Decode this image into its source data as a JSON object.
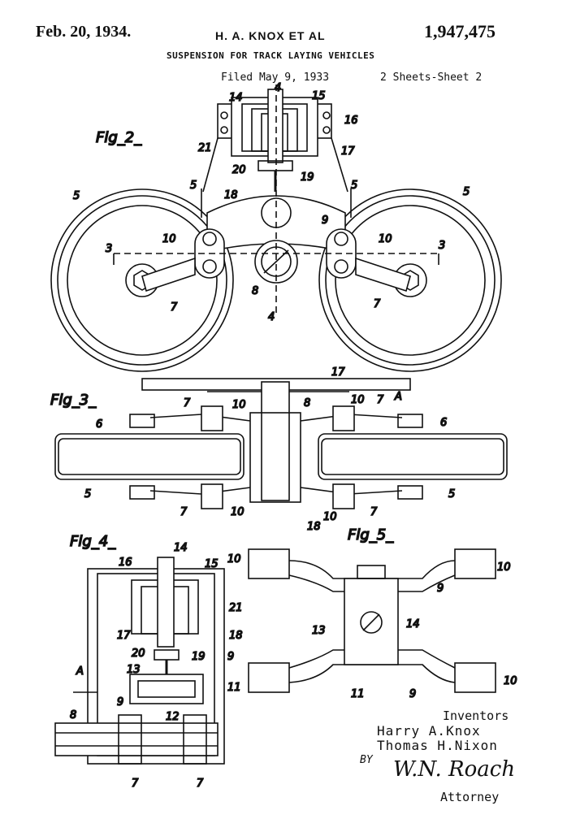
{
  "header": {
    "date": "Feb. 20, 1934.",
    "inventors": "H. A. KNOX ET AL",
    "patent_number": "1,947,475",
    "title": "SUSPENSION FOR TRACK LAYING VEHICLES",
    "filed": "Filed May 9, 1933",
    "sheets": "2 Sheets-Sheet 2"
  },
  "figures": {
    "fig2": "Fig_2_",
    "fig3": "Fig_3_",
    "fig4": "Fig_4_",
    "fig5": "Fig_5_"
  },
  "signature_block": {
    "inventors_label": "Inventors",
    "inventor_1": "Harry A.Knox",
    "inventor_2": "Thomas H.Nixon",
    "by": "BY",
    "signature": "W.N. Roach",
    "attorney_label": "Attorney"
  },
  "labels": {
    "n3": "3",
    "n4": "4",
    "n5": "5",
    "n6": "6",
    "n7": "7",
    "n8": "8",
    "n9": "9",
    "n10": "10",
    "n11": "11",
    "n12": "12",
    "n13": "13",
    "n14": "14",
    "n15": "15",
    "n16": "16",
    "n17": "17",
    "n18": "18",
    "n19": "19",
    "n20": "20",
    "n21": "21",
    "A": "A"
  }
}
